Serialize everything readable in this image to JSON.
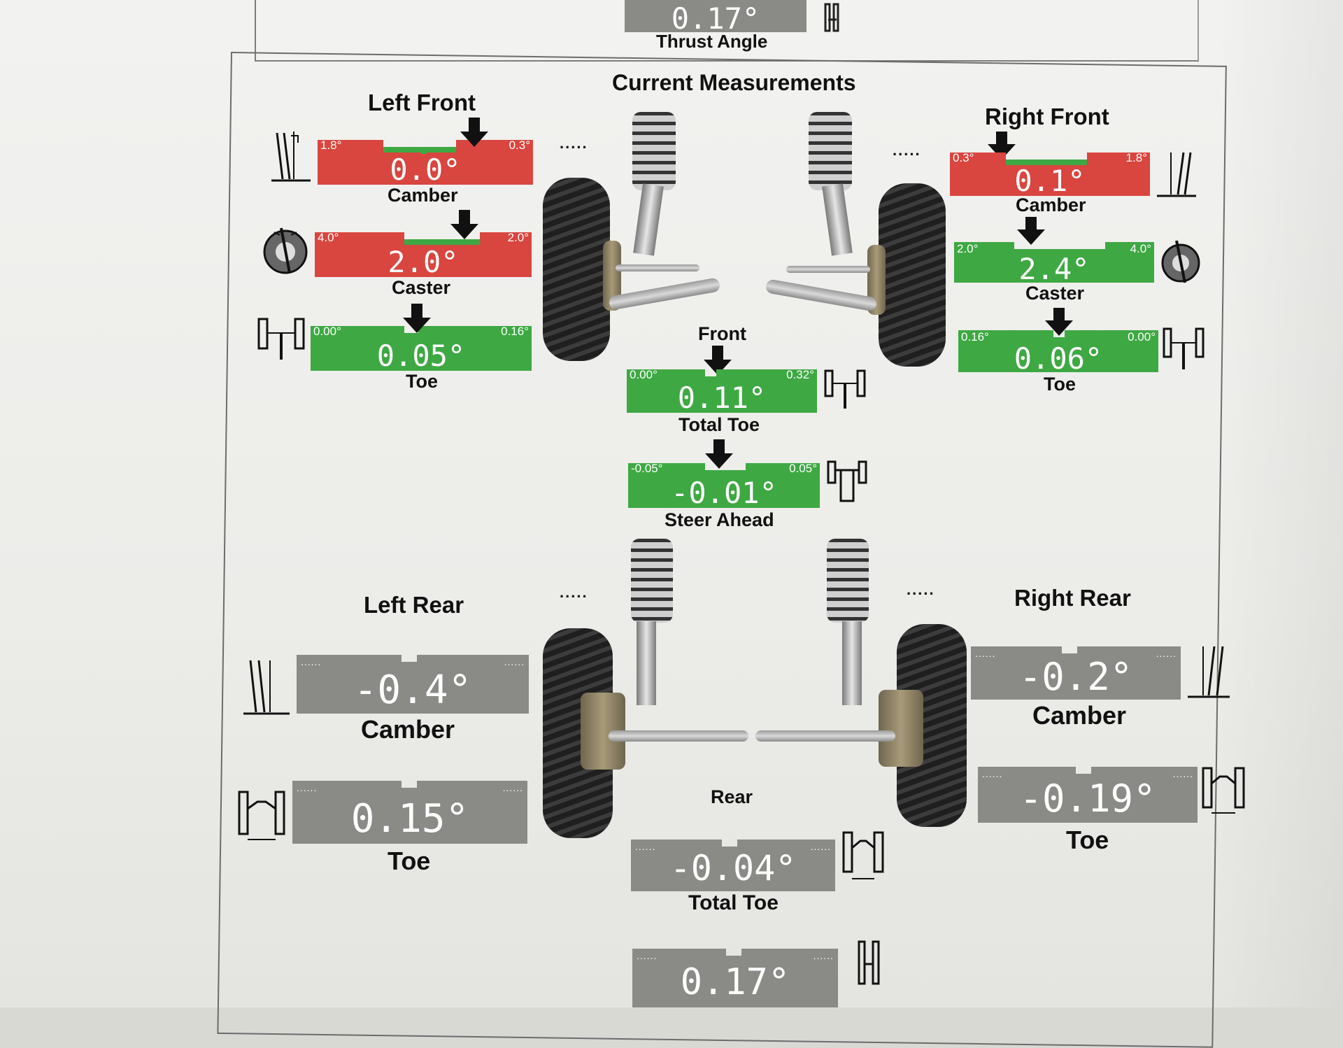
{
  "top": {
    "thrust_value": "0.17°",
    "thrust_label": "Thrust Angle"
  },
  "title": "Current Measurements",
  "front_label": "Front",
  "rear_label": "Rear",
  "colors": {
    "red": "#d9453f",
    "green": "#3ea843",
    "gray": "#8a8a86"
  },
  "left_front": {
    "heading": "Left Front",
    "camber": {
      "value": "0.0°",
      "min": "1.8°",
      "max": "0.3°",
      "label": "Camber",
      "status": "red"
    },
    "caster": {
      "value": "2.0°",
      "min": "4.0°",
      "max": "2.0°",
      "label": "Caster",
      "status": "red"
    },
    "toe": {
      "value": "0.05°",
      "min": "0.00°",
      "max": "0.16°",
      "label": "Toe",
      "status": "green"
    }
  },
  "right_front": {
    "heading": "Right Front",
    "camber": {
      "value": "0.1°",
      "min": "0.3°",
      "max": "1.8°",
      "label": "Camber",
      "status": "red"
    },
    "caster": {
      "value": "2.4°",
      "min": "2.0°",
      "max": "4.0°",
      "label": "Caster",
      "status": "green"
    },
    "toe": {
      "value": "0.06°",
      "min": "0.16°",
      "max": "0.00°",
      "label": "Toe",
      "status": "green"
    }
  },
  "front_total_toe": {
    "value": "0.11°",
    "min": "0.00°",
    "max": "0.32°",
    "label": "Total Toe",
    "status": "green"
  },
  "steer_ahead": {
    "value": "-0.01°",
    "min": "-0.05°",
    "max": "0.05°",
    "label": "Steer Ahead",
    "status": "green"
  },
  "left_rear": {
    "heading": "Left Rear",
    "camber": {
      "value": "-0.4°",
      "label": "Camber"
    },
    "toe": {
      "value": "0.15°",
      "label": "Toe"
    }
  },
  "right_rear": {
    "heading": "Right Rear",
    "camber": {
      "value": "-0.2°",
      "label": "Camber"
    },
    "toe": {
      "value": "-0.19°",
      "label": "Toe"
    }
  },
  "rear_total_toe": {
    "value": "-0.04°",
    "label": "Total Toe"
  },
  "bottom_thrust": {
    "value": "0.17°"
  },
  "dots": "....."
}
